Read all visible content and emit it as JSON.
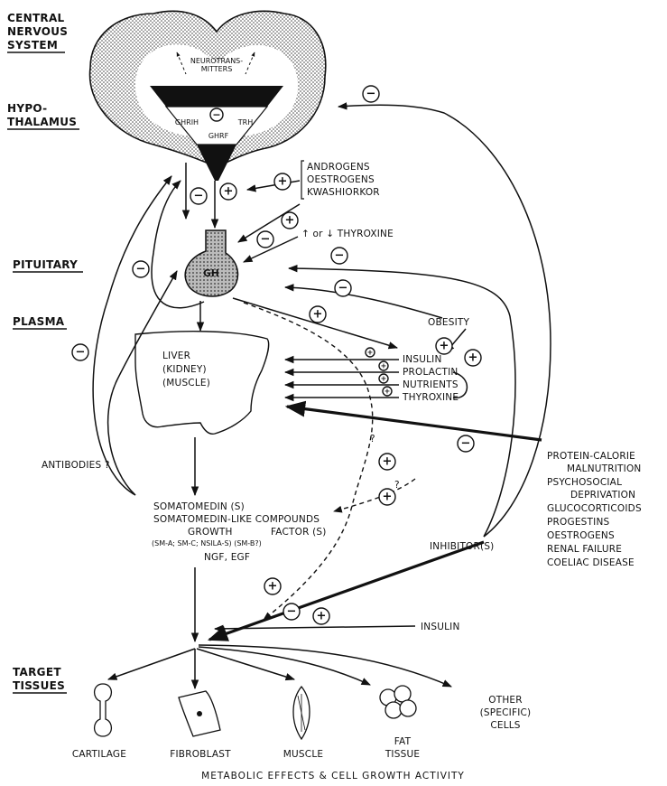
{
  "labels": {
    "cns": [
      "CENTRAL",
      "NERVOUS",
      "SYSTEM"
    ],
    "hypothalamus": [
      "HYPO-",
      "THALAMUS"
    ],
    "pituitary": "PITUITARY",
    "plasma": "PLASMA",
    "target_tissues": [
      "TARGET",
      "TISSUES"
    ]
  },
  "brain": {
    "neurotransmitters": [
      "NEUROTRANS-",
      "MITTERS"
    ],
    "ghrih": "GHRIH",
    "trh": "TRH",
    "ghrf": "GHRF",
    "gh": "GH"
  },
  "hormone_modulators": [
    "ANDROGENS",
    "OESTROGENS",
    "KWASHIORKOR"
  ],
  "thyroxine_label": "↑ or ↓ THYROXINE",
  "liver": [
    "LIVER",
    "(KIDNEY)",
    "(MUSCLE)"
  ],
  "liver_inputs": [
    "INSULIN",
    "PROLACTIN",
    "NUTRIENTS",
    "THYROXINE"
  ],
  "obesity": "OBESITY",
  "antibodies": "ANTIBODIES ?",
  "somatomedin": {
    "line1": "SOMATOMEDIN (S)",
    "line2": "SOMATOMEDIN-LIKE COMPOUNDS",
    "line3a": "GROWTH",
    "line3b": "FACTOR (S)",
    "line4": "(SM-A; SM-C; NSILA-S) (SM-B?)",
    "line5": "NGF, EGF"
  },
  "inhibitors": "INHIBITOR(S)",
  "conditions": [
    "PROTEIN-CALORIE",
    "MALNUTRITION",
    "PSYCHOSOCIAL",
    "DEPRIVATION",
    "GLUCOCORTICOIDS",
    "PROGESTINS",
    "OESTROGENS",
    "RENAL FAILURE",
    "COELIAC DISEASE"
  ],
  "insulin_bottom": "INSULIN",
  "question_mark": "?",
  "targets": [
    "CARTILAGE",
    "FIBROBLAST",
    "MUSCLE"
  ],
  "fat_tissue": [
    "FAT",
    "TISSUE"
  ],
  "other_cells": [
    "OTHER",
    "(SPECIFIC)",
    "CELLS"
  ],
  "caption": "METABOLIC EFFECTS & CELL GROWTH ACTIVITY",
  "signs": {
    "plus": "+",
    "minus": "−"
  }
}
